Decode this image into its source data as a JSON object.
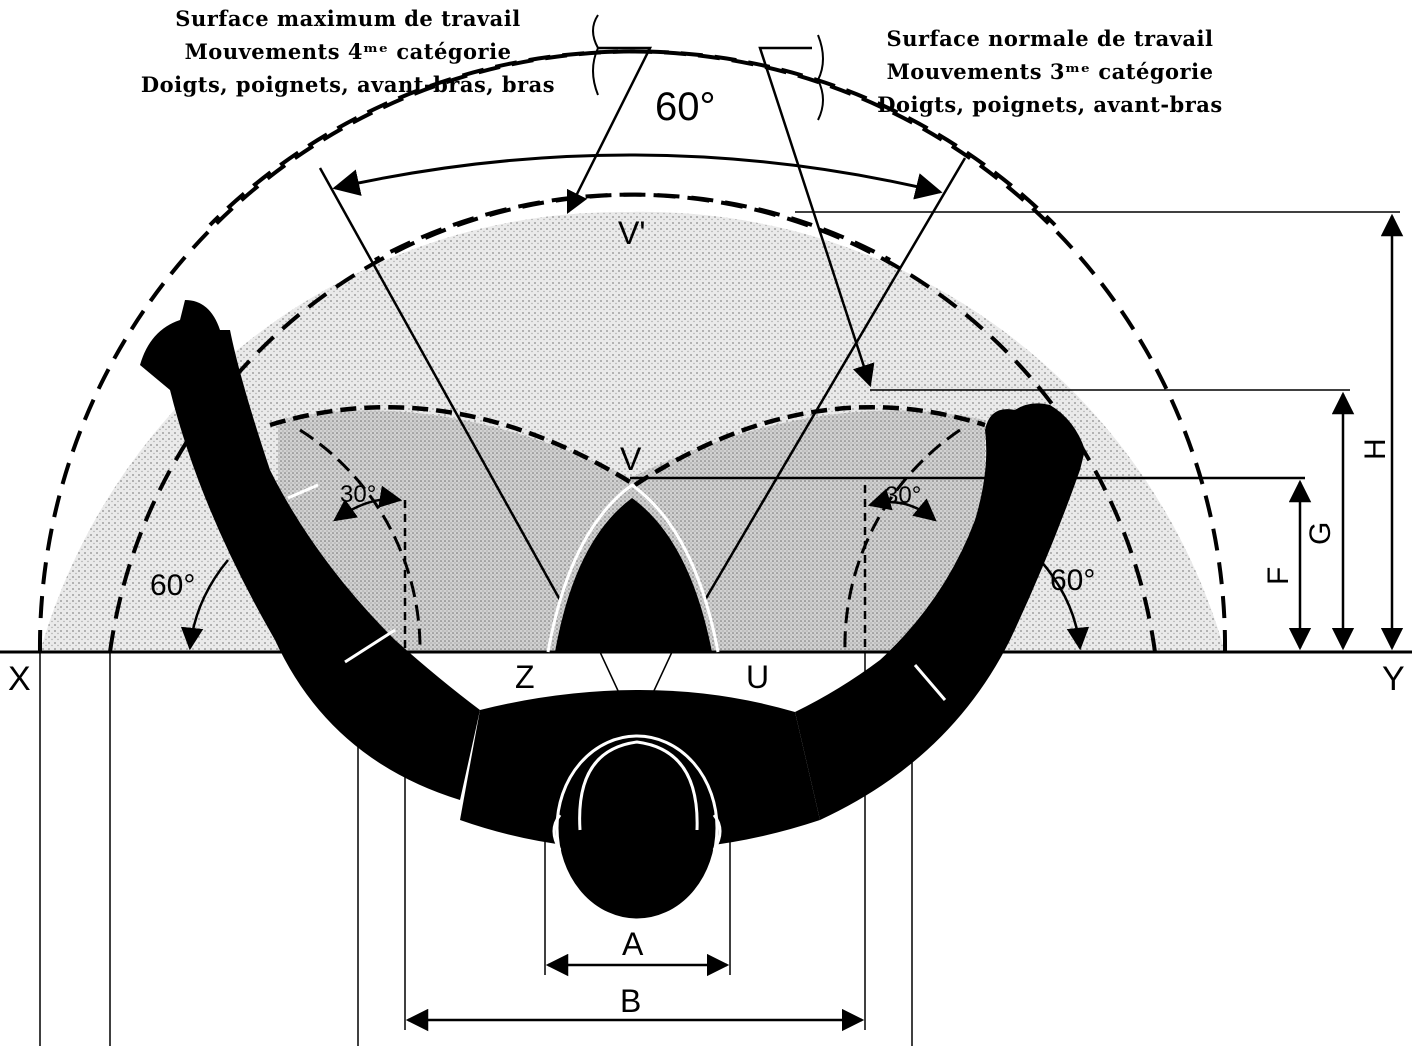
{
  "captions": {
    "left": {
      "line1": "Surface maximum de travail",
      "line2": "Mouvements 4ᵐᵉ catégorie",
      "line3": "Doigts, poignets, avant-bras, bras"
    },
    "right": {
      "line1": "Surface normale de travail",
      "line2": "Mouvements 3ᵐᵉ catégorie",
      "line3": "Doigts, poignets, avant-bras"
    }
  },
  "angles": {
    "top": "60°",
    "left_outer": "60°",
    "right_outer": "60°",
    "left_inner": "30°",
    "right_inner": "30°"
  },
  "points": {
    "x": "X",
    "y": "Y",
    "z": "Z",
    "u": "U",
    "v": "V",
    "v_prime": "V'"
  },
  "dimensions": {
    "a": "A",
    "b": "B",
    "f": "F",
    "g": "G",
    "h": "H"
  },
  "colors": {
    "ink": "#000000",
    "max_zone_fill": "#c9c9c9",
    "normal_zone_fill": "#b3b3b3",
    "paper": "#ffffff"
  }
}
